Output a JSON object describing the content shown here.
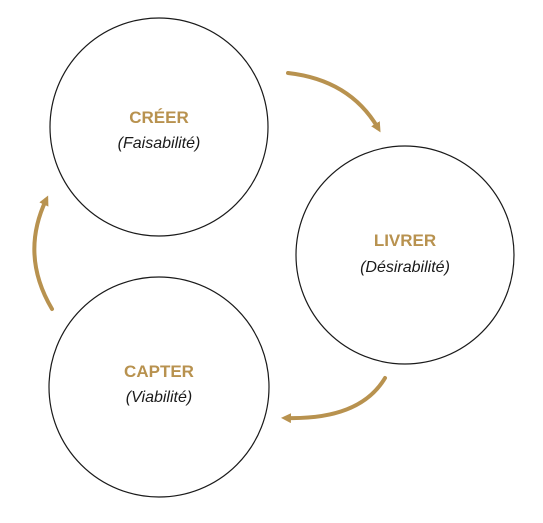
{
  "colors": {
    "accent": "#b8924f",
    "outline": "#1a1a1a",
    "background": "#ffffff"
  },
  "nodes": {
    "creer": {
      "title": "CRÉER",
      "subtitle": "(Faisabilité)"
    },
    "livrer": {
      "title": "LIVRER",
      "subtitle": "(Désirabilité)"
    },
    "capter": {
      "title": "CAPTER",
      "subtitle": "(Viabilité)"
    }
  }
}
